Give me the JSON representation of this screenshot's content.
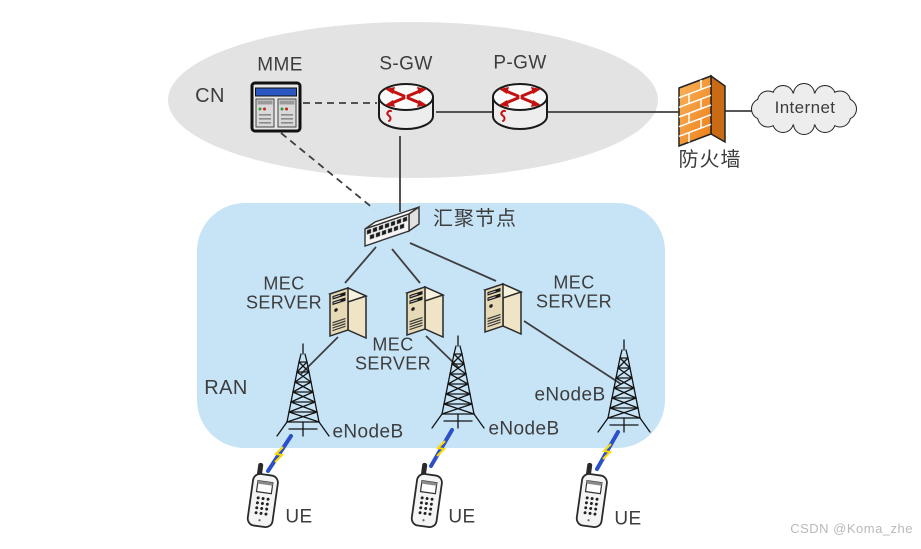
{
  "labels": {
    "cn": "CN",
    "mme": "MME",
    "sgw": "S-GW",
    "pgw": "P-GW",
    "firewall": "防火墙",
    "internet": "Internet",
    "aggregation_node": "汇聚节点",
    "ran": "RAN",
    "mec_server_1": "MEC\nSERVER",
    "mec_server_2": "MEC\nSERVER",
    "mec_server_3": "MEC\nSERVER",
    "enodeb_1": "eNodeB",
    "enodeb_2": "eNodeB",
    "enodeb_3": "eNodeB",
    "ue_1": "UE",
    "ue_2": "UE",
    "ue_3": "UE"
  },
  "watermark": "CSDN @Koma_zhe",
  "colors": {
    "text": "#3d3d3d",
    "cn-fill": "#e3e3e3",
    "ran-fill": "#c7e4f7",
    "line": "#3f3f3f",
    "router-red": "#c41212",
    "icon-fill": "#f4f4f4",
    "icon-fill2": "#e2e2e2",
    "firewall-side": "#c96a15",
    "server-front": "#e6dab6",
    "server-side": "#efe5c6",
    "server-top": "#f7f2de",
    "bolt-blue": "#2b50c8",
    "bolt-yellow": "#ffd900",
    "mme-blue": "#2b57c0",
    "cloud-fill": "#ededed",
    "watermark": "#b9b9b9"
  }
}
